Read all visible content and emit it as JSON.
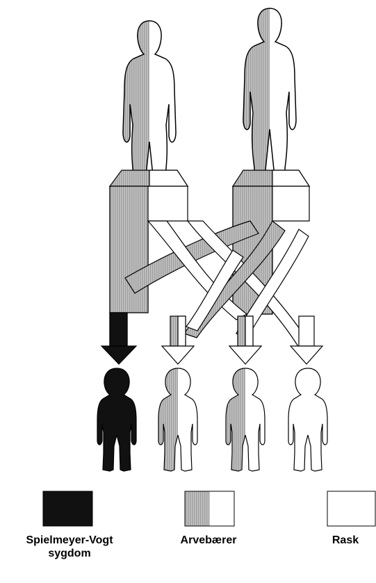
{
  "colors": {
    "affected": "#111111",
    "carrier_stripe": "#b9b9b9",
    "healthy": "#ffffff",
    "outline": "#000000"
  },
  "parents": [
    {
      "role": "mother",
      "status": "carrier"
    },
    {
      "role": "father",
      "status": "carrier"
    }
  ],
  "children": [
    {
      "status": "affected"
    },
    {
      "status": "carrier"
    },
    {
      "status": "carrier"
    },
    {
      "status": "healthy"
    }
  ],
  "legend": [
    {
      "key": "affected",
      "line1": "Spielmeyer-Vogt",
      "line2": "sygdom"
    },
    {
      "key": "carrier",
      "line1": "Arvebærer",
      "line2": ""
    },
    {
      "key": "healthy",
      "line1": "Rask",
      "line2": ""
    }
  ]
}
